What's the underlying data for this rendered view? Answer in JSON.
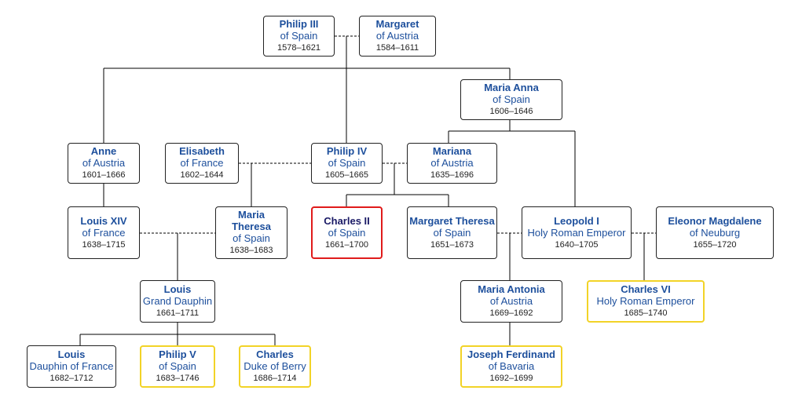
{
  "people": [
    {
      "id": "philip3",
      "name": "Philip III",
      "title": "of Spain",
      "years": "1578–1621"
    },
    {
      "id": "margaret",
      "name": "Margaret",
      "title": "of Austria",
      "years": "1584–1611"
    },
    {
      "id": "maria-anna",
      "name": "Maria Anna",
      "title": "of Spain",
      "years": "1606–1646"
    },
    {
      "id": "anne",
      "name": "Anne",
      "title": "of Austria",
      "years": "1601–1666"
    },
    {
      "id": "elisabeth",
      "name": "Elisabeth",
      "title": "of France",
      "years": "1602–1644"
    },
    {
      "id": "philip4",
      "name": "Philip IV",
      "title": "of Spain",
      "years": "1605–1665"
    },
    {
      "id": "mariana",
      "name": "Mariana",
      "title": "of Austria",
      "years": "1635–1696"
    },
    {
      "id": "louis14",
      "name": "Louis XIV",
      "title": "of France",
      "years": "1638–1715"
    },
    {
      "id": "maria-theresa",
      "name": "Maria Theresa",
      "title": "of Spain",
      "years": "1638–1683"
    },
    {
      "id": "charles2",
      "name": "Charles II",
      "title": "of Spain",
      "years": "1661–1700",
      "status": "subject"
    },
    {
      "id": "margaret-theresa",
      "name": "Margaret Theresa",
      "title": "of Spain",
      "years": "1651–1673"
    },
    {
      "id": "leopold1",
      "name": "Leopold I",
      "title": "Holy Roman Emperor",
      "years": "1640–1705"
    },
    {
      "id": "eleonor",
      "name": "Eleonor Magdalene",
      "title": "of Neuburg",
      "years": "1655–1720"
    },
    {
      "id": "grand-dauphin",
      "name": "Louis",
      "title": "Grand Dauphin",
      "years": "1661–1711"
    },
    {
      "id": "maria-antonia",
      "name": "Maria Antonia",
      "title": "of Austria",
      "years": "1669–1692"
    },
    {
      "id": "charles6",
      "name": "Charles VI",
      "title": "Holy Roman Emperor",
      "years": "1685–1740",
      "status": "heir"
    },
    {
      "id": "louis-dauphin",
      "name": "Louis",
      "title": "Dauphin of France",
      "years": "1682–1712"
    },
    {
      "id": "philip5",
      "name": "Philip V",
      "title": "of Spain",
      "years": "1683–1746",
      "status": "heir"
    },
    {
      "id": "charles-berry",
      "name": "Charles",
      "title": "Duke of Berry",
      "years": "1686–1714",
      "status": "heir"
    },
    {
      "id": "joseph-ferdinand",
      "name": "Joseph Ferdinand",
      "title": "of Bavaria",
      "years": "1692–1699",
      "status": "heir"
    }
  ],
  "marriages": [
    {
      "a": "philip3",
      "b": "margaret"
    },
    {
      "a": "elisabeth",
      "b": "philip4"
    },
    {
      "a": "philip4",
      "b": "mariana"
    },
    {
      "a": "louis14",
      "b": "maria-theresa"
    },
    {
      "a": "margaret-theresa",
      "b": "leopold1"
    },
    {
      "a": "leopold1",
      "b": "eleonor"
    }
  ],
  "descents": [
    {
      "parents": [
        "philip3",
        "margaret"
      ],
      "children": [
        "anne",
        "philip4",
        "maria-anna"
      ]
    },
    {
      "parents": [
        "elisabeth",
        "philip4"
      ],
      "children": [
        "maria-theresa"
      ]
    },
    {
      "parents": [
        "philip4",
        "mariana"
      ],
      "children": [
        "charles2",
        "margaret-theresa"
      ]
    },
    {
      "parents": [
        "maria-anna"
      ],
      "children": [
        "mariana",
        "leopold1"
      ]
    },
    {
      "parents": [
        "anne"
      ],
      "children": [
        "louis14"
      ]
    },
    {
      "parents": [
        "louis14",
        "maria-theresa"
      ],
      "children": [
        "grand-dauphin"
      ]
    },
    {
      "parents": [
        "margaret-theresa",
        "leopold1"
      ],
      "children": [
        "maria-antonia"
      ]
    },
    {
      "parents": [
        "leopold1",
        "eleonor"
      ],
      "children": [
        "charles6"
      ]
    },
    {
      "parents": [
        "grand-dauphin"
      ],
      "children": [
        "louis-dauphin",
        "philip5",
        "charles-berry"
      ]
    },
    {
      "parents": [
        "maria-antonia"
      ],
      "children": [
        "joseph-ferdinand"
      ]
    }
  ],
  "colors": {
    "name": "#1d4f9c",
    "line": "#000000",
    "heir_border": "#f2d327",
    "subject_border": "#e01b1b"
  }
}
